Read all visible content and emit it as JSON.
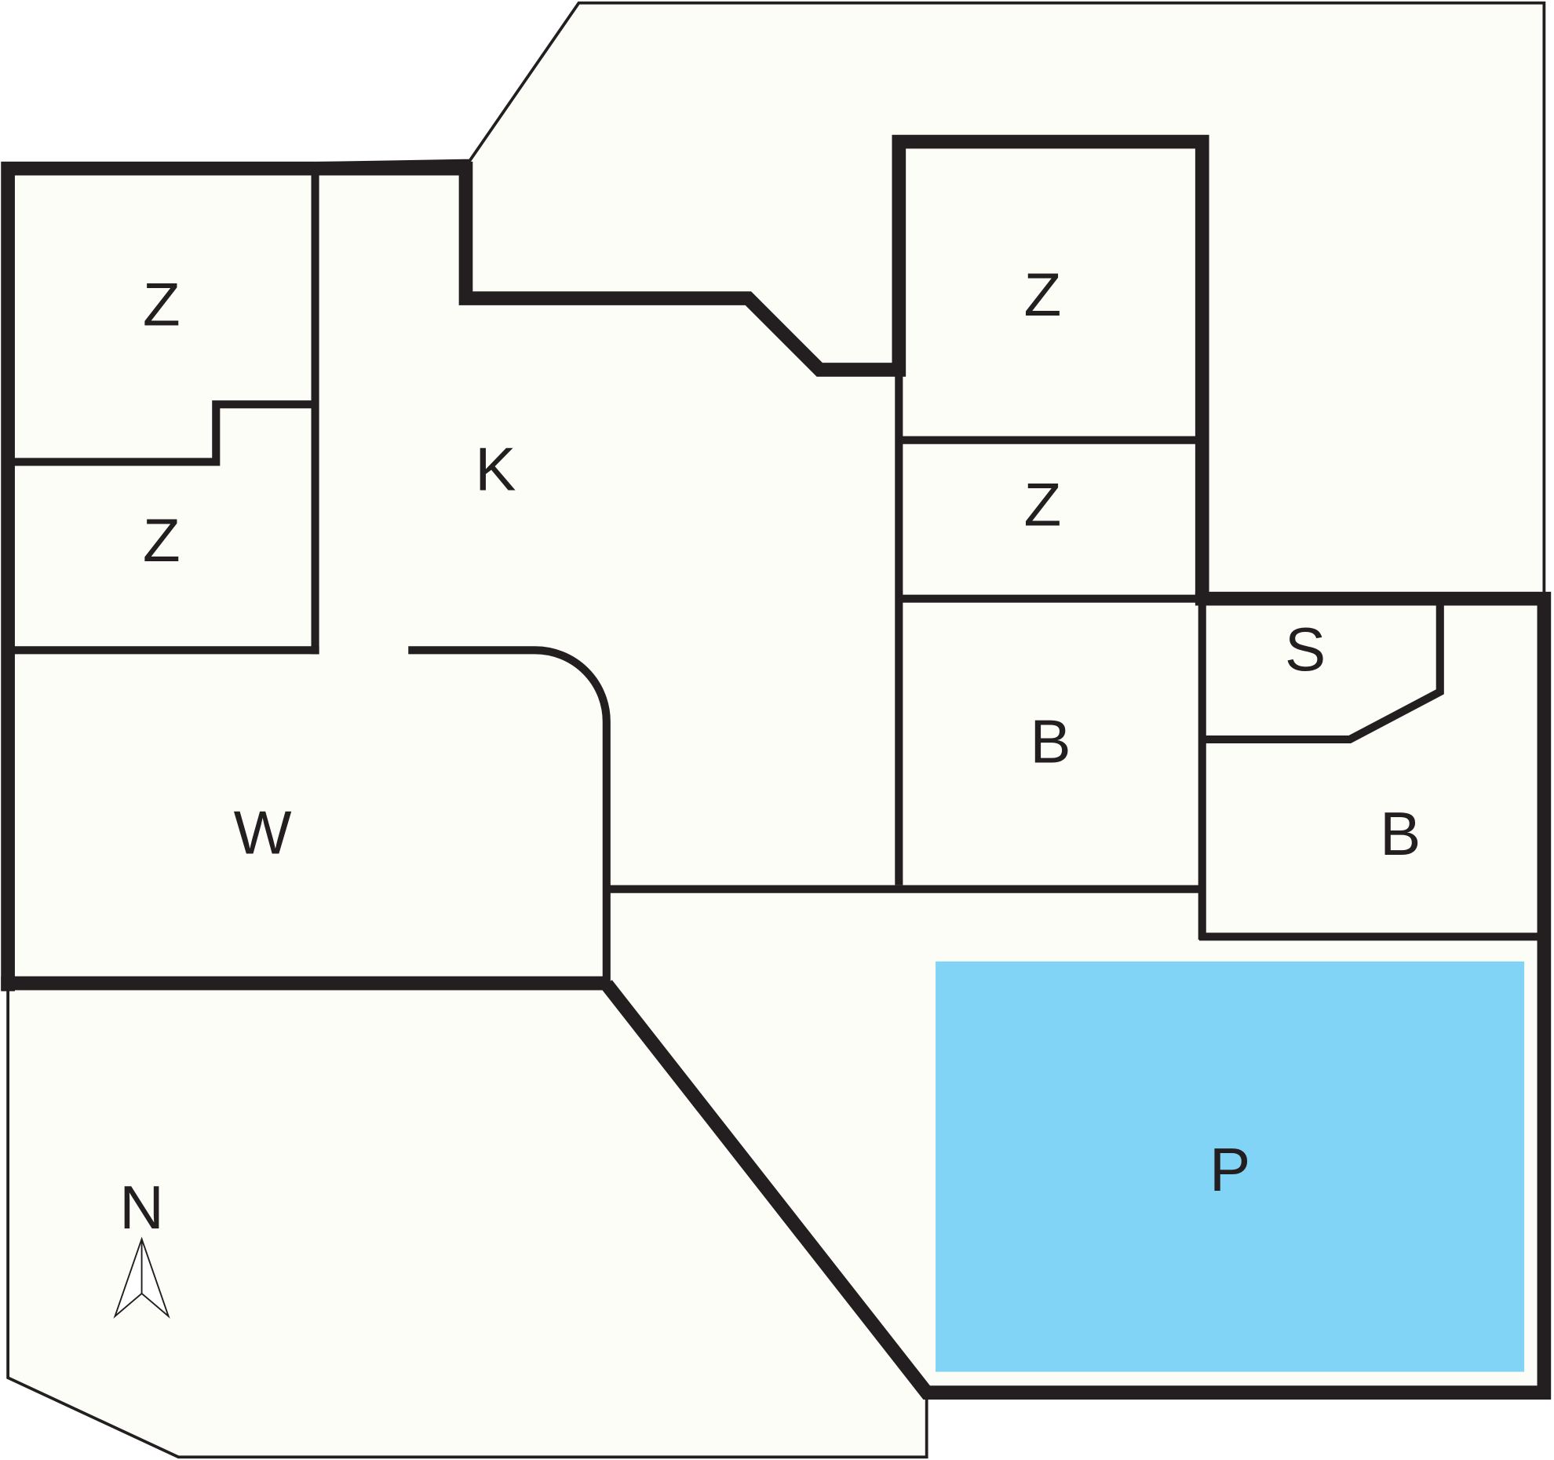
{
  "floor_plan": {
    "rooms": {
      "z1": "Z",
      "z2": "Z",
      "kitchen": "K",
      "living": "W",
      "z3": "Z",
      "z4": "Z",
      "bath1": "B",
      "storage": "S",
      "bath2": "B",
      "pool": "P"
    },
    "compass_label": "N"
  },
  "colors": {
    "wall": "#231f20",
    "floor": "#fdfdf8",
    "pool": "#82d4f6"
  }
}
